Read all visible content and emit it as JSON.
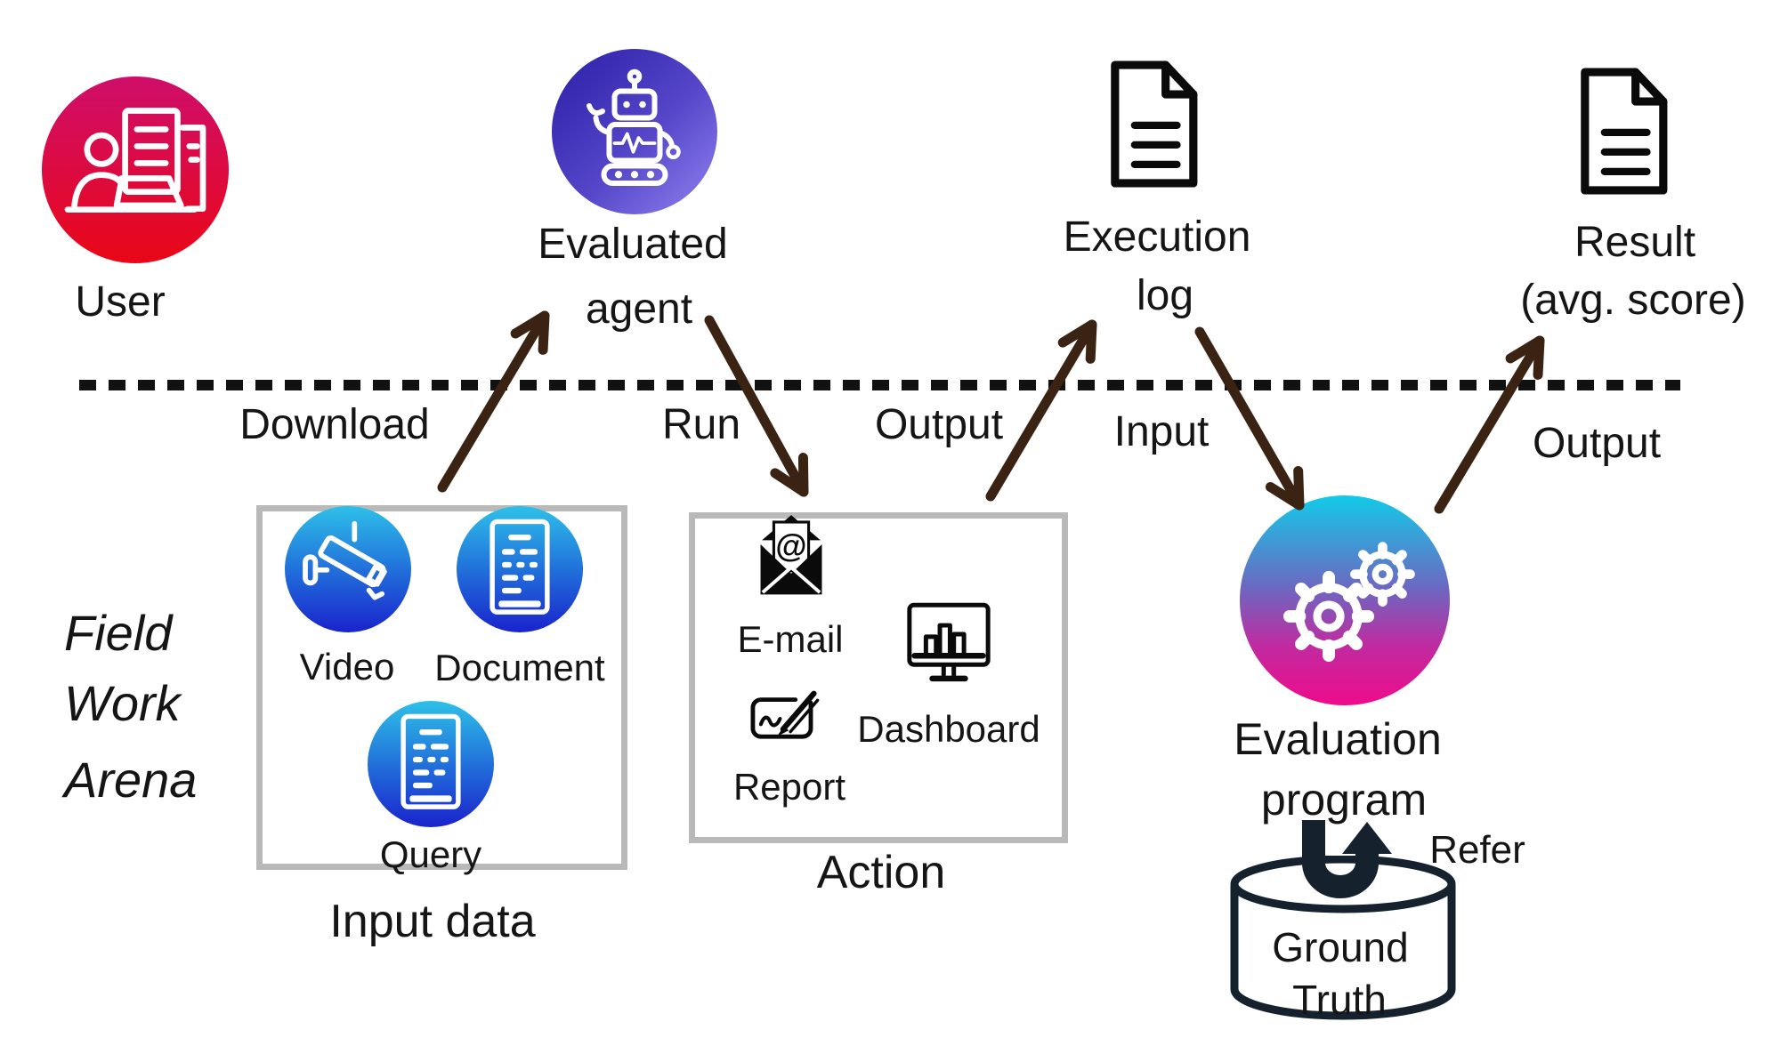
{
  "palette": {
    "arrow_brown": "#3a2313",
    "dark_navy": "#16212e",
    "box_border_gray": "#b9b9b9",
    "user_gradient_top": "#cf0e6b",
    "user_gradient_bottom": "#e90717",
    "agent_gradient_start": "#2a1ea6",
    "agent_gradient_end": "#9183ef",
    "data_gradient_top": "#2ec0e8",
    "data_gradient_bottom": "#1a23cc",
    "eval_gradient_top": "#12cbe9",
    "eval_gradient_bottom": "#ee0b8b",
    "text_black": "#151515"
  },
  "nodes": {
    "user": {
      "label": "User"
    },
    "evaluated_agent": {
      "line1": "Evaluated",
      "line2": "agent"
    },
    "execution_log": {
      "line1": "Execution",
      "line2": "log"
    },
    "result": {
      "line1": "Result",
      "line2": "(avg. score)"
    },
    "evaluation_program": {
      "line1": "Evaluation",
      "line2": "program"
    },
    "ground_truth": {
      "line1": "Ground",
      "line2": "Truth"
    }
  },
  "flow_labels": {
    "download": "Download",
    "run": "Run",
    "output_to_log": "Output",
    "input_to_eval": "Input",
    "output_to_result": "Output",
    "refer": "Refer"
  },
  "arena": {
    "line1": "Field",
    "line2": "Work",
    "line3": "Arena"
  },
  "input_data_box": {
    "caption": "Input data",
    "items": [
      {
        "label": "Video"
      },
      {
        "label": "Document"
      },
      {
        "label": "Query"
      }
    ]
  },
  "action_box": {
    "caption": "Action",
    "at_symbol": "@",
    "items": [
      {
        "label": "E-mail"
      },
      {
        "label": "Dashboard"
      },
      {
        "label": "Report"
      }
    ]
  }
}
